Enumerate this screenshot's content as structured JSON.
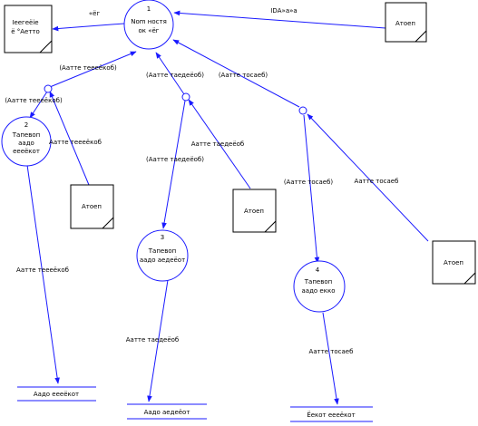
{
  "processes": {
    "p1": {
      "number": "1",
      "line1": "Nom ностя",
      "line2": "ок «ёг"
    },
    "p2": {
      "number": "2",
      "line1": "Тапевоп",
      "line2": "аадо",
      "line3": "еееёкот"
    },
    "p3": {
      "number": "3",
      "line1": "Тапевоп",
      "line2": "аадо аедеёот"
    },
    "p4": {
      "number": "4",
      "line1": "Тапевоп",
      "line2": "аадо екко"
    }
  },
  "entities": {
    "top_left": {
      "line1": "Іеегеёіе",
      "line2": "ё °Аетто"
    },
    "top_right": {
      "label": "Атоеп"
    },
    "mid_left": {
      "label": "Атоеп"
    },
    "mid_center": {
      "label": "Атоеп"
    },
    "right": {
      "label": "Атоеп"
    }
  },
  "stores": {
    "s1": {
      "label": "Аадо еееёкот"
    },
    "s2": {
      "label": "Аадо аедеёот"
    },
    "s3": {
      "label": "Ёекот еееёкот"
    }
  },
  "flow_labels": {
    "p1_to_tl": "«ёг",
    "tr_to_p1": "ІDА»а»а",
    "node1_to_p1": "(Аатте теееёкоб)",
    "node1_to_p2": "(Аатте теееёкоб)",
    "ml_to_node1": "Аатте теееёкоб",
    "p2_to_s1": "Аатте теееёкоб",
    "node2_to_p1": "(Аатте таедеёоб)",
    "node2_to_p3": "(Аатте таедеёоб)",
    "mc_to_node2": "Аатте таедеёоб",
    "p3_to_s2": "Аатте таедеёоб",
    "node3_to_p1": "(Аатте тосаеб)",
    "node3_to_p4": "(Аатте тосаеб)",
    "r_to_node3": "Аатте тосаеб",
    "p4_to_s3": "Аатте тосаеб"
  },
  "colors": {
    "flow": "#1a1aff",
    "outline": "#000000",
    "background": "#ffffff"
  }
}
